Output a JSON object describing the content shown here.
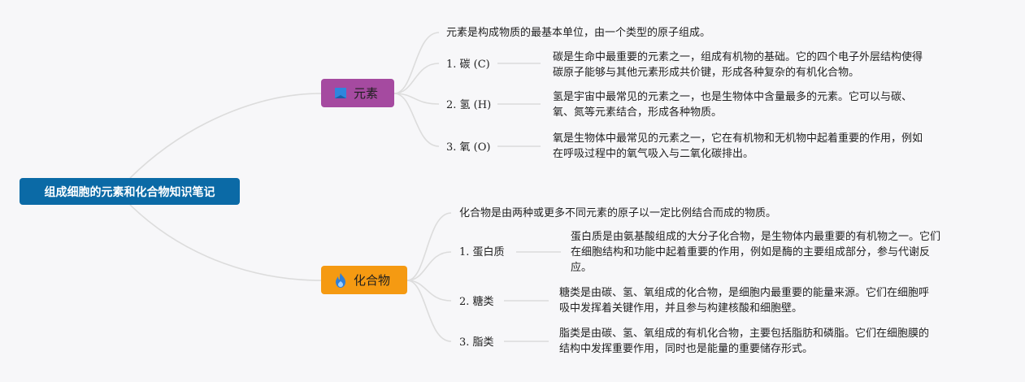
{
  "root": {
    "title": "组成细胞的元素和化合物知识笔记"
  },
  "elements": {
    "label": "元素",
    "icon": "flag-icon",
    "summary": "元素是构成物质的最基本单位，由一个类型的原子组成。",
    "items": [
      {
        "label": "1. 碳 (C)",
        "desc_lines": [
          "碳是生命中最重要的元素之一，组成有机物的基础。它的四个电子外层结构使得",
          "碳原子能够与其他元素形成共价键，形成各种复杂的有机化合物。"
        ]
      },
      {
        "label": "2. 氢 (H)",
        "desc_lines": [
          "氢是宇宙中最常见的元素之一，也是生物体中含量最多的元素。它可以与碳、",
          "氧、氮等元素结合，形成各种物质。"
        ]
      },
      {
        "label": "3. 氧 (O)",
        "desc_lines": [
          "氧是生物体中最常见的元素之一，它在有机物和无机物中起着重要的作用，例如",
          "在呼吸过程中的氧气吸入与二氧化碳排出。"
        ]
      }
    ]
  },
  "compounds": {
    "label": "化合物",
    "icon": "fire-icon",
    "summary": "化合物是由两种或更多不同元素的原子以一定比例结合而成的物质。",
    "items": [
      {
        "label": "1. 蛋白质",
        "desc_lines": [
          "蛋白质是由氨基酸组成的大分子化合物，是生物体内最重要的有机物之一。它们",
          "在细胞结构和功能中起着重要的作用，例如是酶的主要组成部分，参与代谢反",
          "应。"
        ]
      },
      {
        "label": "2. 糖类",
        "desc_lines": [
          "糖类是由碳、氢、氧组成的化合物，是细胞内最重要的能量来源。它们在细胞呼",
          "吸中发挥着关键作用，并且参与构建核酸和细胞壁。"
        ]
      },
      {
        "label": "3. 脂类",
        "desc_lines": [
          "脂类是由碳、氢、氧组成的有机化合物，主要包括脂肪和磷脂。它们在细胞膜的",
          "结构中发挥重要作用，同时也是能量的重要储存形式。"
        ]
      }
    ]
  },
  "colors": {
    "root": "#0b6aa6",
    "elements": "#a54aa0",
    "compounds": "#f59a12",
    "lines": "#dcdcdc"
  }
}
